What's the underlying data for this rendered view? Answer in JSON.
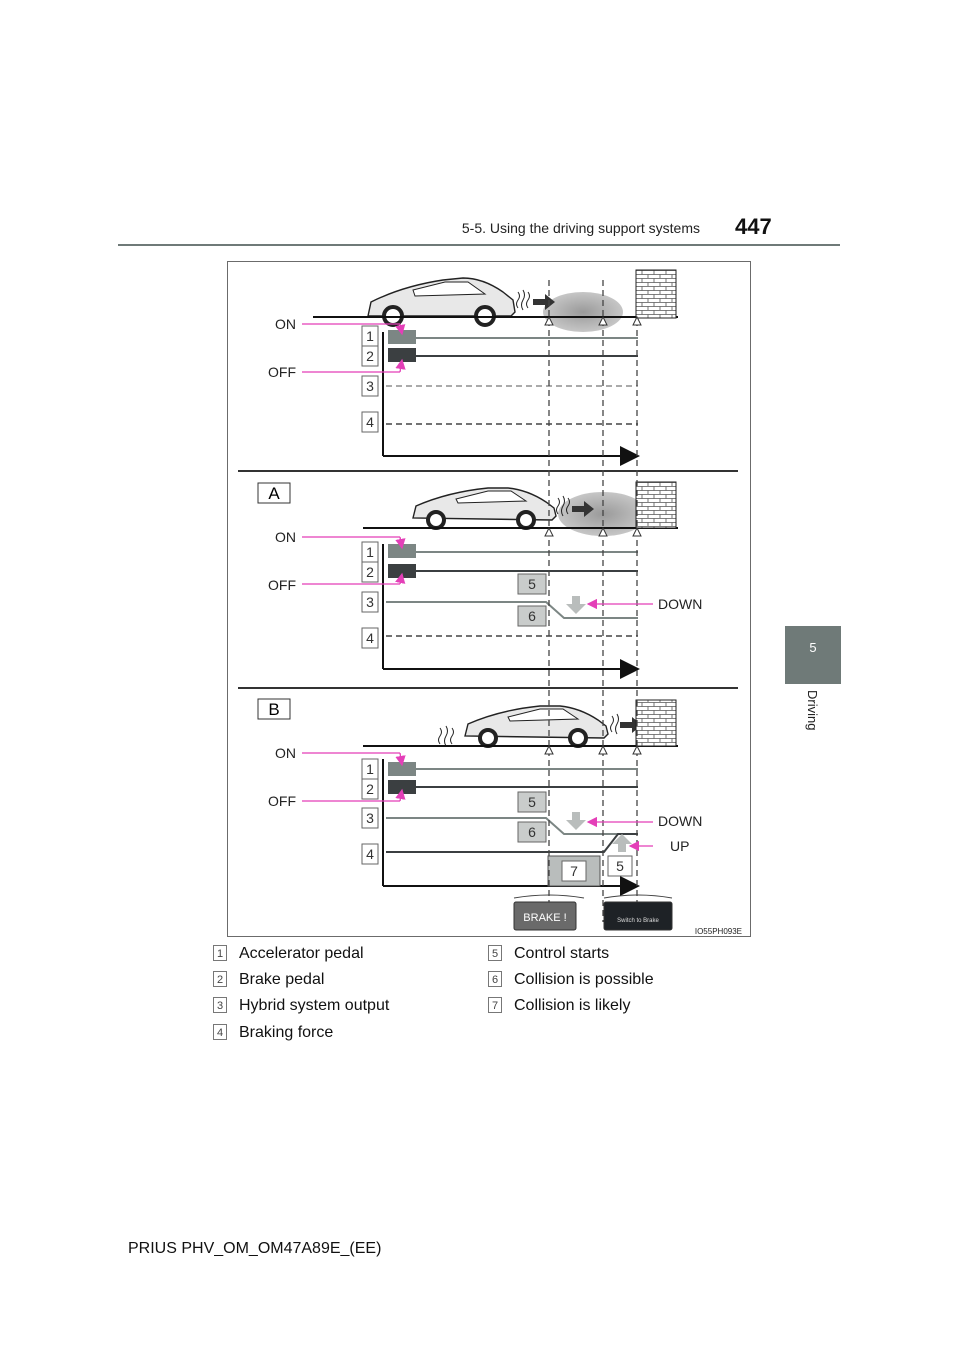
{
  "header": {
    "section_title": "5-5. Using the driving support systems",
    "page_number": "447"
  },
  "side_tab": {
    "chapter_number": "5",
    "chapter_title": "Driving"
  },
  "diagram": {
    "signal_on": "ON",
    "signal_off": "OFF",
    "signal_down": "DOWN",
    "signal_up": "UP",
    "panel_a": "A",
    "panel_b": "B",
    "marker_1": "1",
    "marker_2": "2",
    "marker_3": "3",
    "marker_4": "4",
    "marker_5": "5",
    "marker_6": "6",
    "marker_7": "7",
    "display_brake": "BRAKE !",
    "display_switch": "Switch to Brake",
    "figure_id": "IO55PH093E"
  },
  "legend": [
    {
      "num": "1",
      "label": "Accelerator pedal"
    },
    {
      "num": "2",
      "label": "Brake pedal"
    },
    {
      "num": "3",
      "label": "Hybrid system output"
    },
    {
      "num": "4",
      "label": "Braking force"
    },
    {
      "num": "5",
      "label": "Control starts"
    },
    {
      "num": "6",
      "label": "Collision is possible"
    },
    {
      "num": "7",
      "label": "Collision is likely"
    }
  ],
  "footer": {
    "doc_code": "PRIUS PHV_OM_OM47A89E_(EE)"
  },
  "colors": {
    "accent_grey": "#6f7a78",
    "magenta": "#e43fb8",
    "dark_box": "#3b3f41",
    "mid_box": "#7c8684"
  }
}
